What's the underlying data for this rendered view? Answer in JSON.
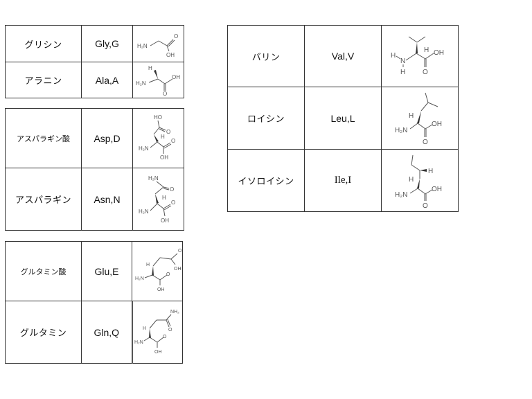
{
  "tables": [
    {
      "id": "table-gly-ala",
      "rows": [
        {
          "japanese_name": "グリシン",
          "code": "Gly,G",
          "structure": "glycine-structure-icon"
        },
        {
          "japanese_name": "アラニン",
          "code": "Ala,A",
          "structure": "alanine-structure-icon"
        }
      ]
    },
    {
      "id": "table-asp-asn",
      "rows": [
        {
          "japanese_name": "アスパラギン酸",
          "code": "Asp,D",
          "structure": "aspartic-acid-structure-icon"
        },
        {
          "japanese_name": "アスパラギン",
          "code": "Asn,N",
          "structure": "asparagine-structure-icon"
        }
      ]
    },
    {
      "id": "table-glu-gln",
      "rows": [
        {
          "japanese_name": "グルタミン酸",
          "code": "Glu,E",
          "structure": "glutamic-acid-structure-icon"
        },
        {
          "japanese_name": "グルタミン",
          "code": "Gln,Q",
          "structure": "glutamine-structure-icon"
        }
      ]
    },
    {
      "id": "table-val-leu-ile",
      "rows": [
        {
          "japanese_name": "バリン",
          "code": "Val,V",
          "structure": "valine-structure-icon"
        },
        {
          "japanese_name": "ロイシン",
          "code": "Leu,L",
          "structure": "leucine-structure-icon"
        },
        {
          "japanese_name": "イソロイシン",
          "code": "Ile,I",
          "structure": "isoleucine-structure-icon"
        }
      ]
    }
  ],
  "labels": {
    "h2n": "H₂N",
    "nh2": "NH₂",
    "oh": "OH",
    "ho": "HO",
    "o": "O",
    "h": "H",
    "n": "N"
  }
}
